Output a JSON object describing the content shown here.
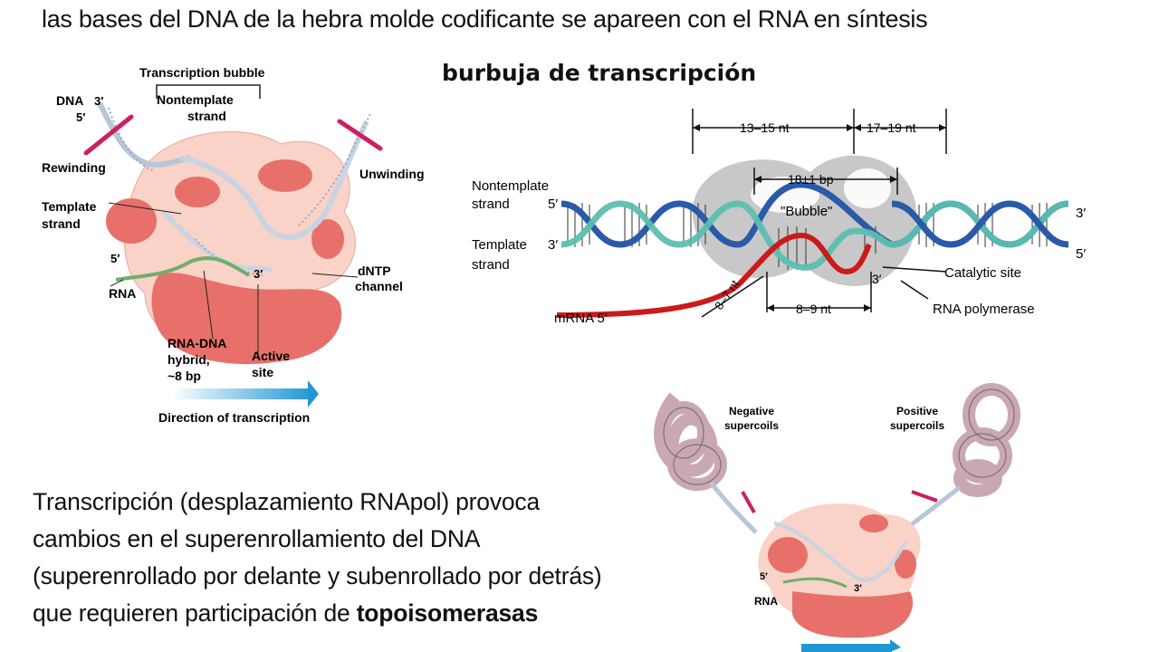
{
  "header": {
    "line": "las bases del DNA de la hebra molde codificante  se apareen con el RNA en síntesis"
  },
  "bubble_title": "burbuja de transcripción",
  "left_diagram": {
    "transcription_bubble": "Transcription bubble",
    "nontemplate_strand": [
      "Nontemplate",
      "strand"
    ],
    "dna": "DNA",
    "dna_3": "3′",
    "dna_5": "5′",
    "rewinding": "Rewinding",
    "unwinding": "Unwinding",
    "template_strand": [
      "Template",
      "strand"
    ],
    "rna_5": "5′",
    "rna": "RNA",
    "rna_3": "3′",
    "dntp_channel": [
      "dNTP",
      "channel"
    ],
    "hybrid": [
      "RNA-DNA",
      "hybrid,",
      "~8 bp"
    ],
    "active_site": [
      "Active",
      "site"
    ],
    "direction": "Direction of transcription"
  },
  "right_diagram": {
    "dim_13_15": "13–15 nt",
    "dim_17_19": "17–19 nt",
    "dim_18bp": "18±1 bp",
    "bubble": "\"Bubble\"",
    "nontemplate": [
      "Nontemplate",
      "strand"
    ],
    "template": [
      "Template",
      "strand"
    ],
    "left_top_5": "5′",
    "left_bot_3": "3′",
    "right_top_3": "3′",
    "right_bot_5": "5′",
    "inner_3": "3′",
    "catalytic_site": "Catalytic site",
    "rna_polymerase": "RNA polymerase",
    "mrna": "mRNA 5′",
    "dim_8_7": "8–7 nt",
    "dim_8_9": "8–9 nt"
  },
  "supercoil_diagram": {
    "negative": [
      "Negative",
      "supercoils"
    ],
    "positive": [
      "Positive",
      "supercoils"
    ],
    "rna_5": "5′",
    "rna": "RNA",
    "rna_3": "3′"
  },
  "description": {
    "line1": "Transcripción  (desplazamiento  RNApol)  provoca",
    "line2": "cambios  en el superenrollamiento  del DNA",
    "line3": "(superenrollado  por delante  y subenrollado por detrás)",
    "line4": "que requieren participación  de ",
    "line4_bold": "topoisomerasas"
  },
  "colors": {
    "protein": "#f9d2c8",
    "lobe": "#e8706a",
    "strand_blue": "#2a5aa8",
    "strand_teal": "#5bbfb0",
    "mrna_red": "#cc1a1a",
    "bubble_gray": "#c8c8c8",
    "arrow_blue": "#2196d6"
  }
}
